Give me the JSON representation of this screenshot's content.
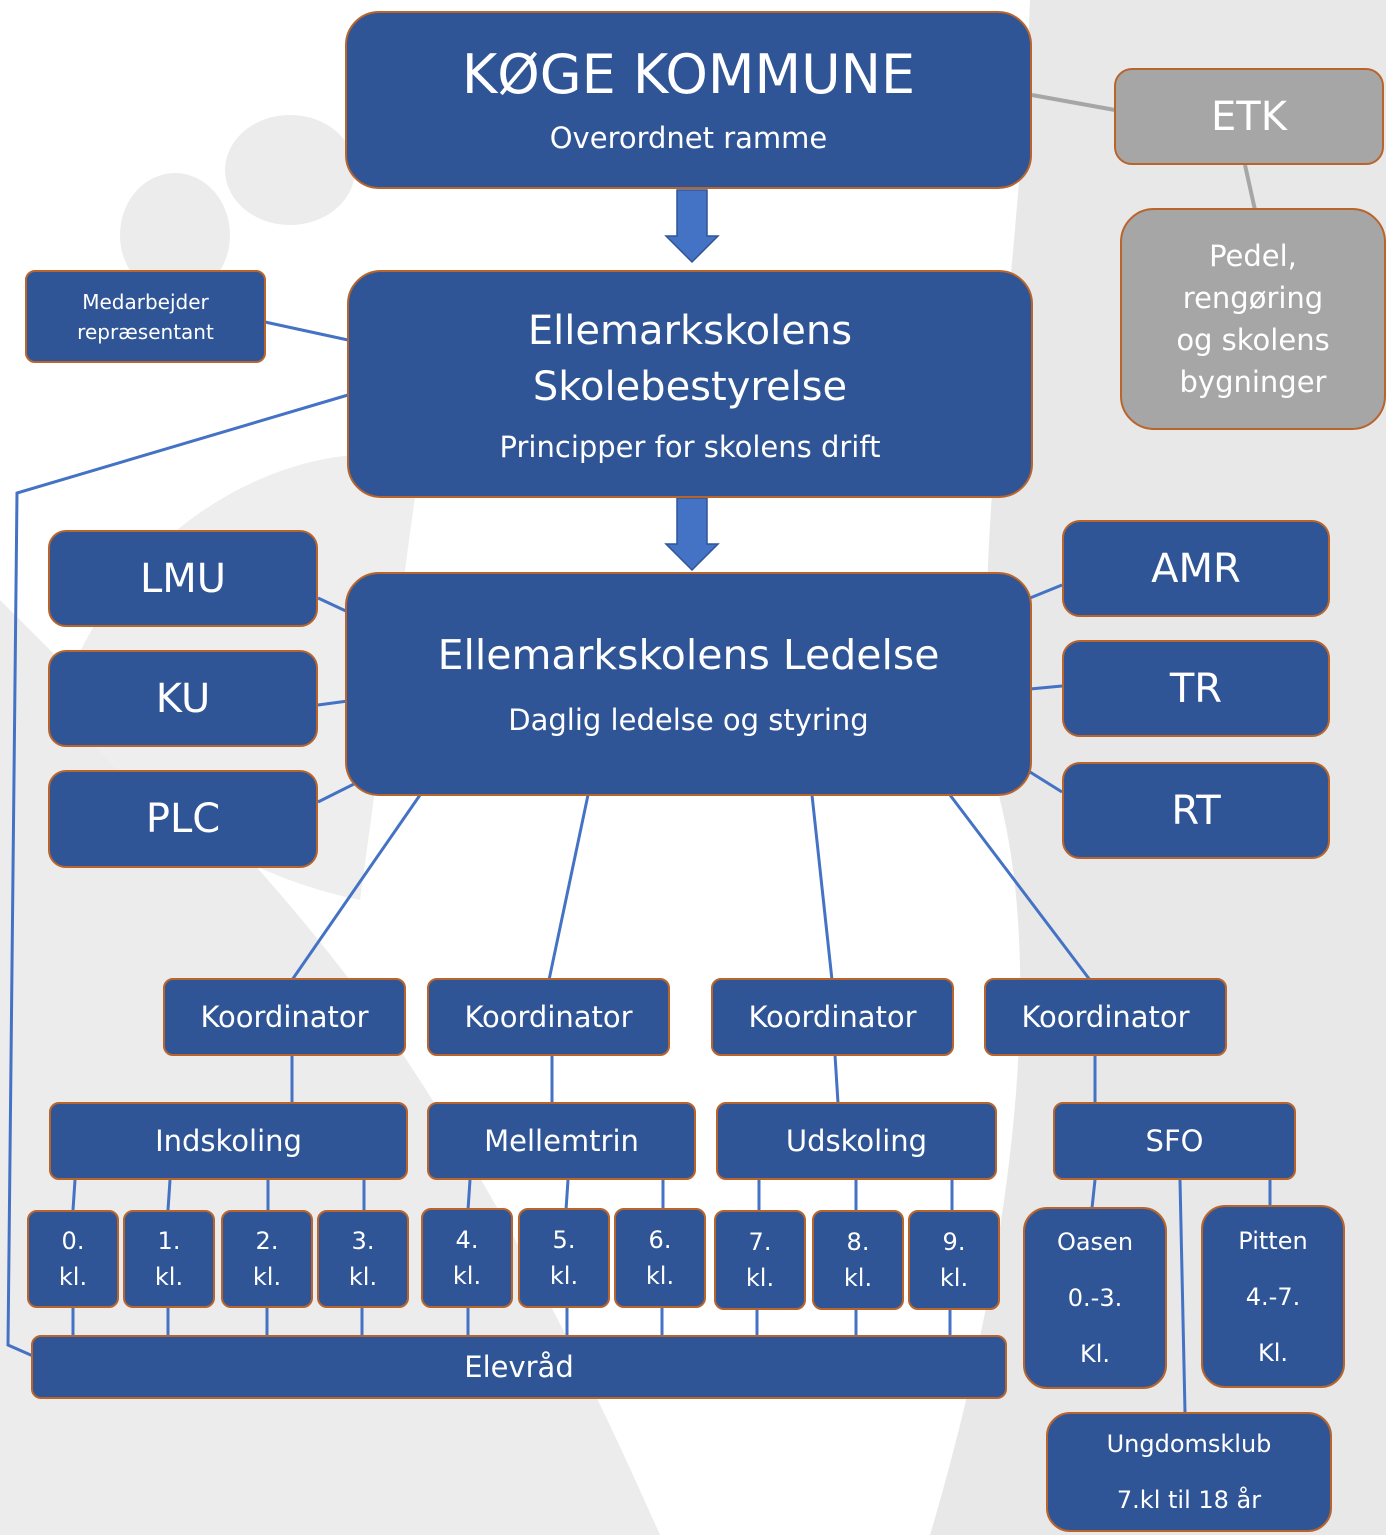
{
  "top": {
    "title": "KØGE KOMMUNE",
    "subtitle": "Overordnet ramme"
  },
  "etk": {
    "label": "ETK"
  },
  "pedel": {
    "lines": [
      "Pedel,",
      "rengøring",
      "og skolens",
      "bygninger"
    ]
  },
  "medarbejder": {
    "lines": [
      "Medarbejder",
      "repræsentant"
    ]
  },
  "board": {
    "title_lines": [
      "Ellemarkskolens",
      "Skolebestyrelse"
    ],
    "subtitle": "Principper for skolens drift"
  },
  "leadership": {
    "title": "Ellemarkskolens Ledelse",
    "subtitle": "Daglig ledelse og styring"
  },
  "left_committees": [
    "LMU",
    "KU",
    "PLC"
  ],
  "right_roles": [
    "AMR",
    "TR",
    "RT"
  ],
  "coordinators": [
    "Koordinator",
    "Koordinator",
    "Koordinator",
    "Koordinator"
  ],
  "departments": [
    "Indskoling",
    "Mellemtrin",
    "Udskoling",
    "SFO"
  ],
  "classes": [
    [
      "0.",
      "kl."
    ],
    [
      "1.",
      "kl."
    ],
    [
      "2.",
      "kl."
    ],
    [
      "3.",
      "kl."
    ],
    [
      "4.",
      "kl."
    ],
    [
      "5.",
      "kl."
    ],
    [
      "6.",
      "kl."
    ],
    [
      "7.",
      "kl."
    ],
    [
      "8.",
      "kl."
    ],
    [
      "9.",
      "kl."
    ]
  ],
  "student_council": "Elevråd",
  "sfo_units": {
    "oasen": [
      "Oasen",
      "0.-3.",
      "Kl."
    ],
    "pitten": [
      "Pitten",
      "4.-7.",
      "Kl."
    ],
    "ungdomsklub": [
      "Ungdomsklub",
      "7.kl til 18 år"
    ]
  },
  "colors": {
    "box_fill": "#2f5597",
    "box_border": "#b8642b",
    "grey_fill": "#a6a6a6",
    "connector": "#4472c4",
    "arrow": "#4472c4",
    "watermark": "#e8e8e8"
  }
}
